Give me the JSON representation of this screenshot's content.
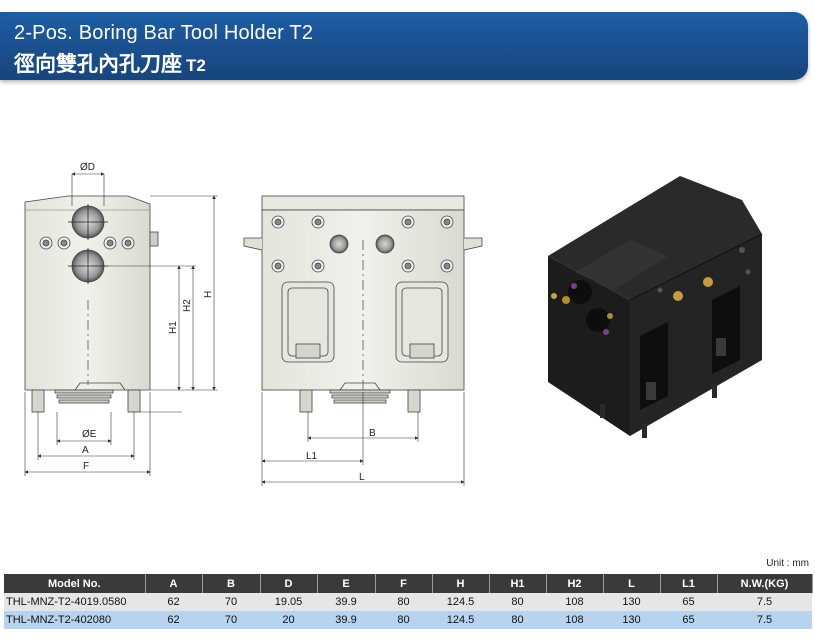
{
  "header": {
    "title_en": "2-Pos. Boring Bar Tool Holder T2",
    "title_zh": "徑向雙孔內孔刀座",
    "title_zh_model": "T2"
  },
  "drawing": {
    "labels": {
      "od": "ØD",
      "oe": "ØE",
      "a": "A",
      "f": "F",
      "h": "H",
      "h1": "H1",
      "h2": "H2",
      "b": "B",
      "l1": "L1",
      "l": "L"
    }
  },
  "table": {
    "unit": "Unit : mm",
    "columns": [
      "Model No.",
      "A",
      "B",
      "D",
      "E",
      "F",
      "H",
      "H1",
      "H2",
      "L",
      "L1",
      "N.W.(KG)"
    ],
    "rows": [
      [
        "THL-MNZ-T2-4019.0580",
        "62",
        "70",
        "19.05",
        "39.9",
        "80",
        "124.5",
        "80",
        "108",
        "130",
        "65",
        "7.5"
      ],
      [
        "THL-MNZ-T2-402080",
        "62",
        "70",
        "20",
        "39.9",
        "80",
        "124.5",
        "80",
        "108",
        "130",
        "65",
        "7.5"
      ]
    ]
  },
  "colors": {
    "banner": "#1a4f8e",
    "header_row": "#3a3a3a",
    "row_alt": "#b7d3ef"
  }
}
